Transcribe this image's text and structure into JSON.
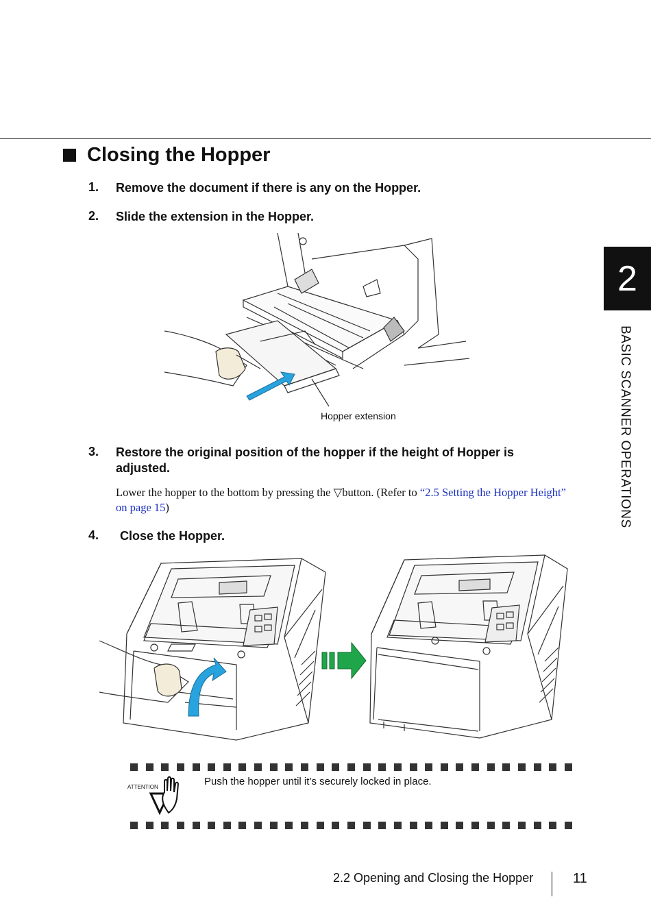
{
  "section": {
    "title": "Closing the Hopper"
  },
  "steps": [
    {
      "num": "1.",
      "text": "Remove the document if there is any on the Hopper."
    },
    {
      "num": "2.",
      "text": "Slide the extension in the Hopper."
    },
    {
      "num": "3.",
      "text": "Restore the original position of the hopper if the height of Hopper is adjusted."
    },
    {
      "num": "4.",
      "text": "Close the Hopper."
    }
  ],
  "figure1": {
    "label": "Hopper extension"
  },
  "step3_body": {
    "before": "Lower the hopper to the bottom by pressing the ▽button. (Refer to ",
    "link": "“2.5 Setting the Hopper Height” on page 15",
    "after": ")"
  },
  "attention": {
    "icon_label": "ATTENTION",
    "text": "Push the hopper until it’s securely locked in place."
  },
  "side_tab": {
    "chapter_number": "2",
    "chapter_title": "BASIC SCANNER OPERATIONS"
  },
  "footer": {
    "section": "2.2 Opening and Closing the Hopper",
    "page": "11"
  },
  "colors": {
    "arrow_blue": "#29a3dd",
    "arrow_green": "#1fa64a"
  }
}
